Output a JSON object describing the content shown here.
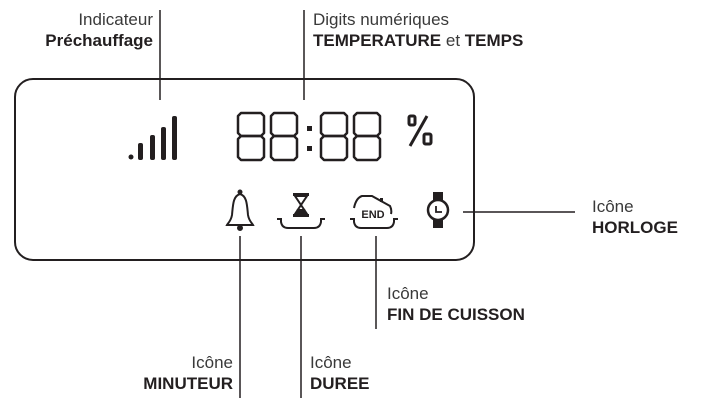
{
  "display": {
    "digits": "88:88",
    "percent_symbol": "%",
    "end_icon_text": "END"
  },
  "labels": {
    "preheat": {
      "line1": "Indicateur",
      "line2": "Préchauffage"
    },
    "digits": {
      "line1": "Digits numériques",
      "line2_a": "TEMPERATURE",
      "line2_mid": " et ",
      "line2_b": "TEMPS"
    },
    "clock": {
      "line1": "Icône",
      "line2": "HORLOGE"
    },
    "end_cooking": {
      "line1": "Icône",
      "line2": "FIN DE CUISSON"
    },
    "timer": {
      "line1": "Icône",
      "line2": "MINUTEUR"
    },
    "duration": {
      "line1": "Icône",
      "line2": "DUREE"
    }
  },
  "icons": [
    "preheat-bars-icon",
    "bell-icon",
    "hourglass-icon",
    "end-pot-icon",
    "watch-icon"
  ],
  "colors": {
    "ink": "#231f20",
    "background": "#ffffff"
  }
}
